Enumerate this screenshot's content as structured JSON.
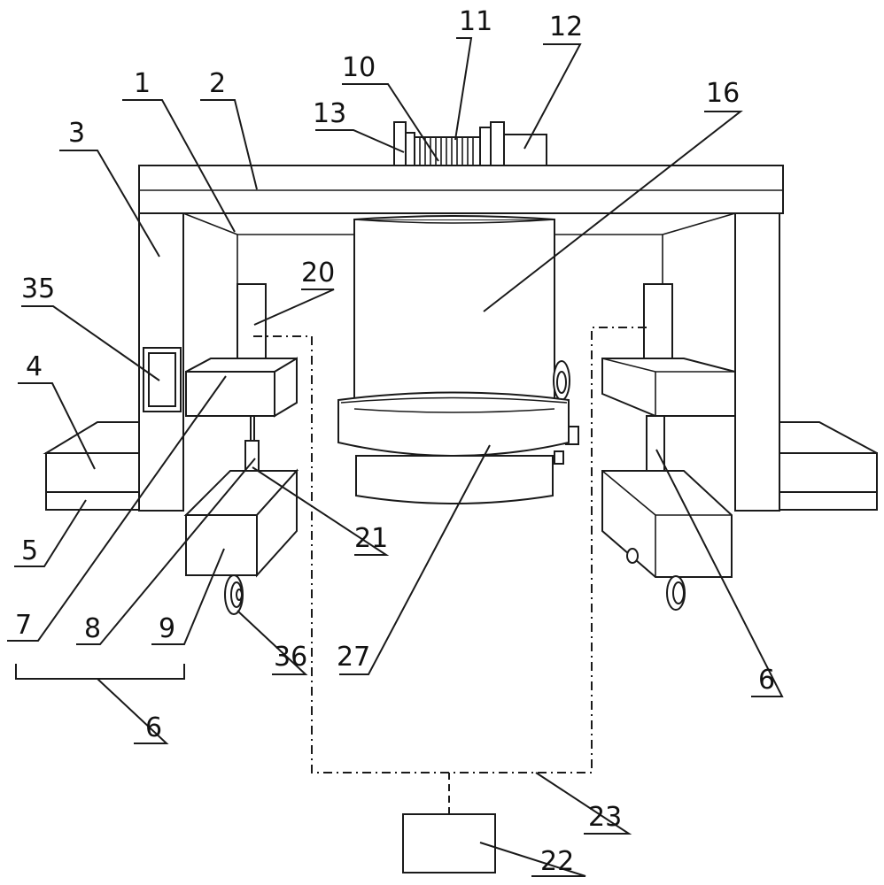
{
  "labels": {
    "l1": "1",
    "l2": "2",
    "l3": "3",
    "l4": "4",
    "l5": "5",
    "l6a": "6",
    "l6b": "6",
    "l7": "7",
    "l8": "8",
    "l9": "9",
    "l10": "10",
    "l11": "11",
    "l12": "12",
    "l13": "13",
    "l16": "16",
    "l20": "20",
    "l21": "21",
    "l22": "22",
    "l23": "23",
    "l27": "27",
    "l35": "35",
    "l36": "36"
  }
}
